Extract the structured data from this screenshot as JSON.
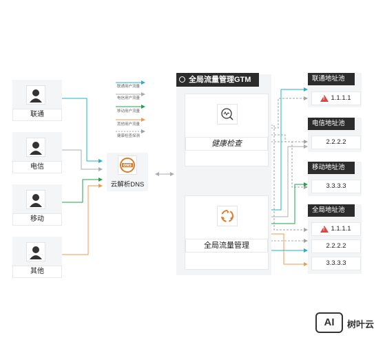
{
  "users": [
    {
      "id": "unicom",
      "label": "联通"
    },
    {
      "id": "telecom",
      "label": "电信"
    },
    {
      "id": "mobile",
      "label": "移动"
    },
    {
      "id": "other",
      "label": "其他"
    }
  ],
  "legend": [
    {
      "label": "联通用户流量",
      "color": "#1fb2c9",
      "style": "solid"
    },
    {
      "label": "电信用户流量",
      "color": "#a8adb2",
      "style": "solid"
    },
    {
      "label": "移动用户流量",
      "color": "#1fa34a",
      "style": "solid"
    },
    {
      "label": "其他用户流量",
      "color": "#f29a4a",
      "style": "solid"
    },
    {
      "label": "健康检查探测",
      "color": "#9ea3a8",
      "style": "dashed"
    }
  ],
  "dns": {
    "label": "云解析DNS",
    "icon": "dns-icon"
  },
  "gtm": {
    "title": "全局流量管理GTM",
    "health_check": {
      "label": "健康检查",
      "icon": "monitor-icon"
    },
    "traffic_mgmt": {
      "label": "全局流量管理",
      "icon": "traffic-cycle-icon"
    }
  },
  "pools": [
    {
      "title": "联通地址池",
      "rows": [
        {
          "ip": "1.1.1.1",
          "warning": true
        }
      ]
    },
    {
      "title": "电信地址池",
      "rows": [
        {
          "ip": "2.2.2.2",
          "warning": false
        }
      ]
    },
    {
      "title": "移动地址池",
      "rows": [
        {
          "ip": "3.3.3.3",
          "warning": false
        }
      ]
    },
    {
      "title": "全局地址池",
      "rows": [
        {
          "ip": "1.1.1.1",
          "warning": true
        },
        {
          "ip": "2.2.2.2",
          "warning": false
        },
        {
          "ip": "3.3.3.3",
          "warning": false
        }
      ]
    }
  ],
  "colors": {
    "unicom": "#1fb2c9",
    "telecom": "#a8adb2",
    "mobile": "#1fa34a",
    "other": "#f29a4a",
    "dns_orange": "#e07b2a",
    "warning": "#e8413b",
    "panel_dark": "#2c2c2c"
  },
  "watermark": {
    "badge": "AI",
    "text": "树叶云"
  }
}
